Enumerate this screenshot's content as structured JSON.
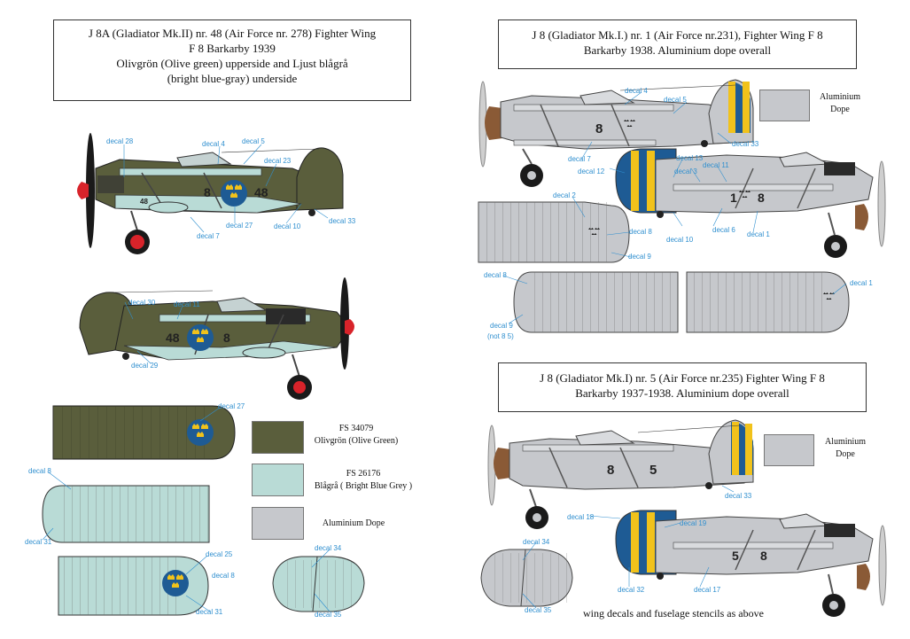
{
  "left_title": {
    "line1": "J 8A (Gladiator Mk.II) nr. 48  (Air Force nr. 278) Fighter Wing",
    "line2": "F 8 Barkarby 1939",
    "line3": "Olivgrön (Olive green) upperside and Ljust blågrå",
    "line4": "(bright blue-gray) underside"
  },
  "right_top_title": {
    "line1": "J 8 (Gladiator Mk.I.) nr. 1 (Air Force nr.231), Fighter Wing F 8",
    "line2": "Barkarby 1938. Aluminium dope overall"
  },
  "right_bottom_title": {
    "line1": "J 8 (Gladiator Mk.I) nr. 5 (Air Force nr.235) Fighter Wing F 8",
    "line2": "Barkarby 1937-1938. Aluminium dope overall"
  },
  "swatches": {
    "olive": {
      "code": "FS 34079",
      "name": "Olivgrön (Olive Green)",
      "color": "#5a5e3c"
    },
    "blue_grey": {
      "code": "FS 26176",
      "name": "Blågrå ( Bright Blue Grey )",
      "color": "#b9dbd6"
    },
    "aluminium": {
      "name": "Aluminium Dope",
      "color": "#c6c8cc"
    },
    "aluminium_top": {
      "line1": "Aluminium",
      "line2": "Dope"
    },
    "aluminium_bottom": {
      "line1": "Aluminium",
      "line2": "Dope"
    }
  },
  "footer": "wing decals and fuselage stencils as above",
  "labels": {
    "d28": "decal 28",
    "d4a": "decal 4",
    "d5a": "decal 5",
    "d23": "decal 23",
    "d7a": "decal 7",
    "d27a": "decal 27",
    "d10a": "decal 10",
    "d33a": "decal 33",
    "d30": "decal 30",
    "d11a": "decal 11",
    "d29": "decal 29",
    "d27b": "decal 27",
    "d8a": "decal 8",
    "d31a": "decal 31",
    "d25": "decal 25",
    "d8b": "decal 8",
    "d31b": "decal 31",
    "d34a": "decal 34",
    "d35a": "decal 35",
    "d4b": "decal 4",
    "d5b": "decal 5",
    "d33b": "decal 33",
    "d7b": "decal 7",
    "d12": "decal 12",
    "d13": "decal 13",
    "d3": "decal 3",
    "d11b": "decal 11",
    "d10b": "decal 10",
    "d6": "decal 6",
    "d1a": "decal 1",
    "d2": "decal 2",
    "d8c": "decal 8",
    "d9a": "decal 9",
    "d8d": "decal 8",
    "d9b": "decal 9",
    "not85": "(not 8   5)",
    "d1b": "decal 1",
    "d33c": "decal 33",
    "d18": "decal 18",
    "d19": "decal 19",
    "d34b": "decal 34",
    "d35b": "decal 35",
    "d32": "decal 32",
    "d17": "decal 17"
  },
  "markings": {
    "code_48": "48",
    "code_8": "8",
    "code_5": "5",
    "code_1": "1"
  }
}
